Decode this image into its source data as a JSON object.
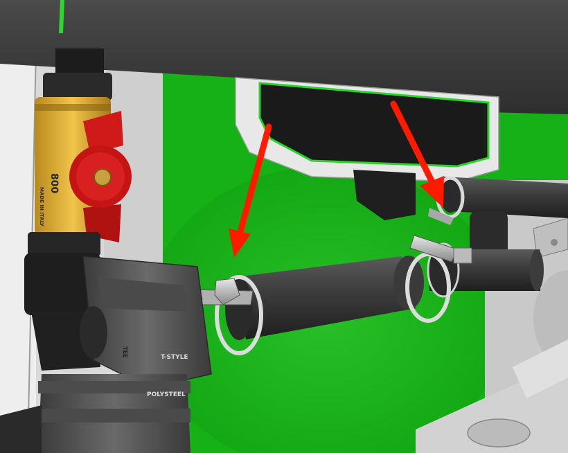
{
  "scene": {
    "type": "cad-render",
    "background_color": "#16b116",
    "highlight_color": "#1f9e1f",
    "arrow_color": "#ff1a00",
    "arrow_count": 2
  },
  "labels": {
    "valve_stamp": "800",
    "valve_origin": "MADE IN ITALY",
    "tee_mark": "T-STYLE",
    "housing_mark": "POLYSTEEL",
    "tee_side_mark": "TEE"
  }
}
